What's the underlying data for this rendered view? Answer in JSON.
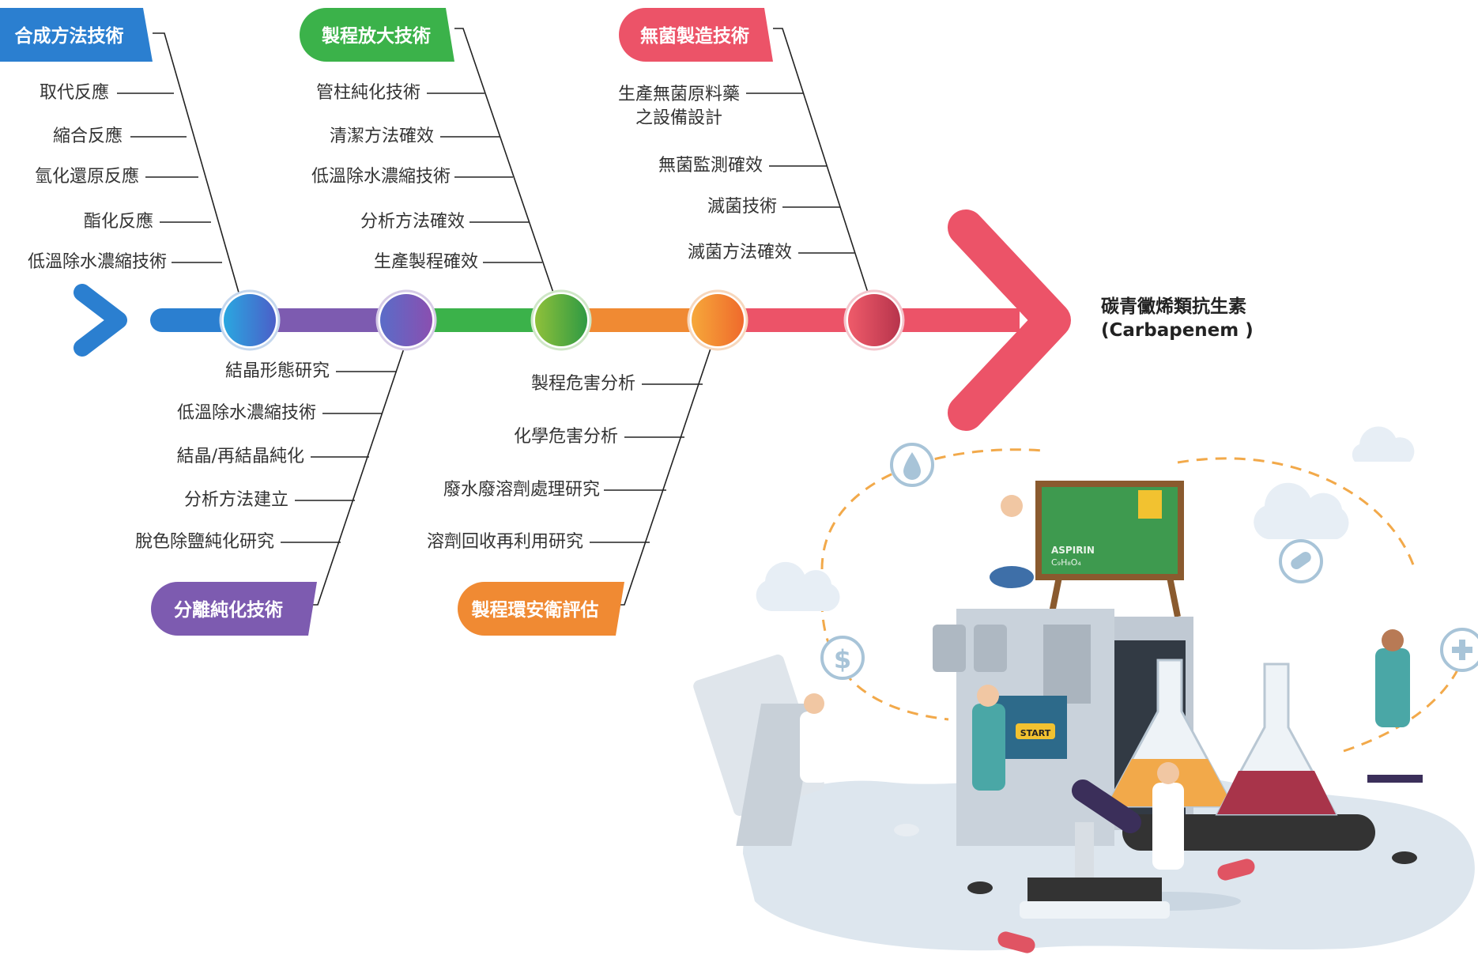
{
  "categories": {
    "synthesis": {
      "title": "合成方法技術",
      "color": "#2b7fd0",
      "items": [
        "取代反應",
        "縮合反應",
        "氫化還原反應",
        "酯化反應",
        "低溫除水濃縮技術"
      ]
    },
    "scale_up": {
      "title": "製程放大技術",
      "color": "#3bb24a",
      "items": [
        "管柱純化技術",
        "清潔方法確效",
        "低溫除水濃縮技術",
        "分析方法確效",
        "生產製程確效"
      ]
    },
    "sterile": {
      "title": "無菌製造技術",
      "color": "#ec5368",
      "items": [
        "生產無菌原料藥\n之設備設計",
        "無菌監測確效",
        "滅菌技術",
        "滅菌方法確效"
      ]
    },
    "purification": {
      "title": "分離純化技術",
      "color": "#7d5bb0",
      "items": [
        "結晶形態研究",
        "低溫除水濃縮技術",
        "結晶/再結晶純化",
        "分析方法建立",
        "脫色除鹽純化研究"
      ]
    },
    "safety": {
      "title": "製程環安衛評估",
      "color": "#f08a33",
      "items": [
        "製程危害分析",
        "化學危害分析",
        "廢水廢溶劑處理研究",
        "溶劑回收再利用研究"
      ]
    }
  },
  "target": {
    "line1": "碳青黴烯類抗生素",
    "line2": "(Carbapenem )"
  },
  "illustration": {
    "board_line1": "ASPIRIN",
    "board_line2": "C₉H₈O₄",
    "start_button": "START"
  }
}
